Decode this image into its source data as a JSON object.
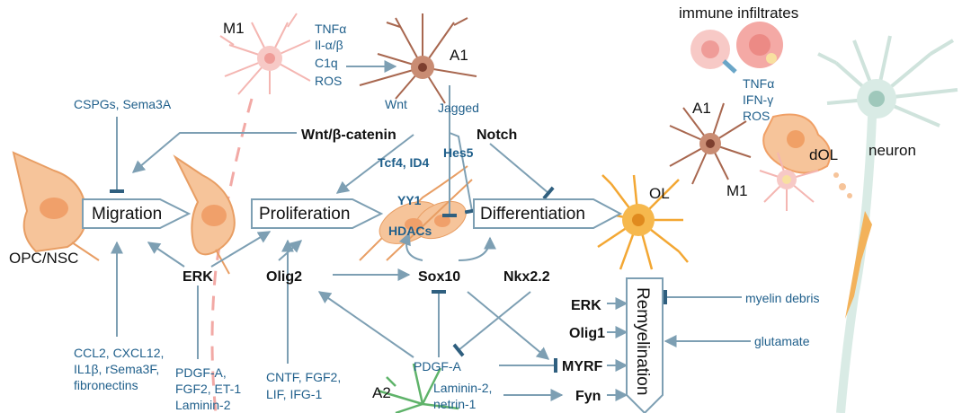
{
  "cells": {
    "m1_top": "M1",
    "a1_top": "A1",
    "m1_right": "M1",
    "a1_right": "A1",
    "a2": "A2",
    "ol": "OL",
    "dol": "dOL",
    "neuron": "neuron",
    "opc_nsc": "OPC/NSC",
    "immune_infiltrates": "immune infiltrates"
  },
  "cytokines_top": [
    "TNFα",
    "Il-α/β",
    "C1q",
    "ROS"
  ],
  "cytokines_right": [
    "TNFα",
    "IFN-γ",
    "ROS"
  ],
  "signals": {
    "wnt": "Wnt",
    "jagged": "Jagged",
    "wnt_beta_catenin": "Wnt/β-catenin",
    "notch": "Notch",
    "tcf4_id4": "Tcf4, ID4",
    "hes5": "Hes5",
    "yy1": "YY1",
    "hdacs": "HDACs",
    "sox10": "Sox10",
    "nkx22": "Nkx2.2",
    "erk_left": "ERK",
    "olig2": "Olig2",
    "erk_right": "ERK",
    "olig1": "Olig1",
    "myrf": "MYRF",
    "fyn": "Fyn",
    "pdgfa": "PDGF-A"
  },
  "processes": {
    "migration": "Migration",
    "proliferation": "Proliferation",
    "differentiation": "Differentiation",
    "remyelination": "Remyelination"
  },
  "factors": {
    "cspgs": "CSPGs, Sema3A",
    "migration_factors": [
      "CCL2, CXCL12,",
      "IL1β, rSema3F,",
      "fibronectins"
    ],
    "erk_factors": [
      "PDGF-A,",
      "FGF2, ET-1",
      "Laminin-2"
    ],
    "olig2_factors": [
      "CNTF, FGF2,",
      "LIF, IFG-1"
    ],
    "a2_factors": [
      "Laminin-2,",
      "netrin-1"
    ],
    "myelin_debris": "myelin debris",
    "glutamate": "glutamate"
  },
  "colors": {
    "text_blue": "#1f5f8b",
    "arrow": "#7d9fb3",
    "opc_orange": "#f6c49a",
    "ol_orange": "#f3a733",
    "astro_red": "#a8674f",
    "microglia_pink": "#f4b6b2",
    "a2_green": "#5fb36a"
  }
}
